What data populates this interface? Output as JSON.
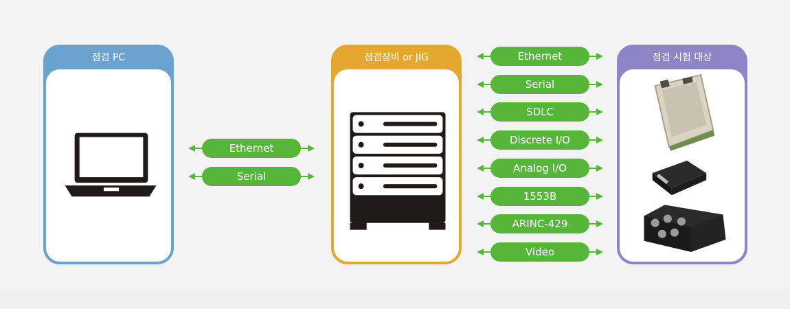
{
  "pc_panel": {
    "title": "점검 PC"
  },
  "jig_panel": {
    "title": "점검장비 or JIG"
  },
  "target_panel": {
    "title": "점검 시험 대상"
  },
  "pc_links": [
    "Ethernet",
    "Serial"
  ],
  "target_links": [
    "Ethernet",
    "Serial",
    "SDLC",
    "Discrete I/O",
    "Analog I/O",
    "1553B",
    "ARINC-429",
    "Video"
  ],
  "colors": {
    "pc_accent": "#6aa2d0",
    "jig_accent": "#e5a82e",
    "target_accent": "#8c86c9",
    "link_green": "#55b63a",
    "background": "#f3f3f3"
  },
  "icons": {
    "pc": "laptop-icon",
    "jig": "server-rack-icon",
    "targets": [
      "circuit-board-module-image",
      "black-connector-module-image",
      "rugged-box-connectors-image"
    ]
  }
}
